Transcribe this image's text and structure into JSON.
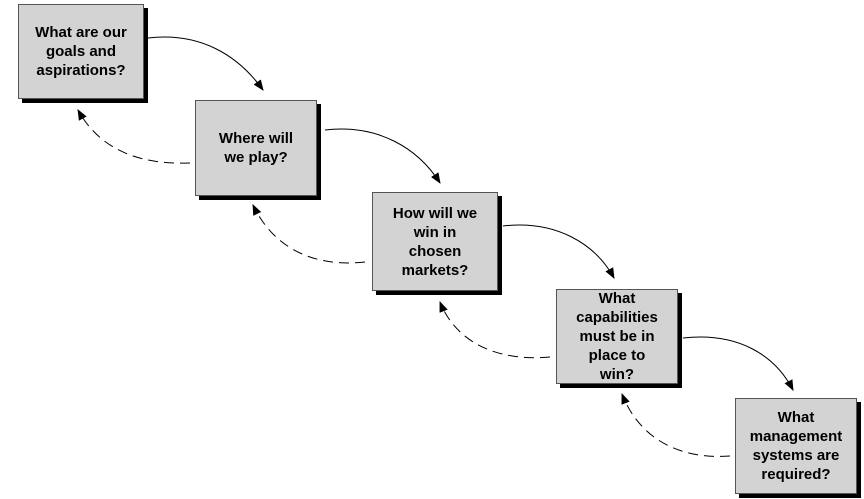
{
  "steps": [
    {
      "label": "What are our\ngoals and\naspirations?"
    },
    {
      "label": "Where will\nwe play?"
    },
    {
      "label": "How  will we\nwin in\nchosen\nmarkets?"
    },
    {
      "label": "What\ncapabilities\nmust be in\nplace to\nwin?"
    },
    {
      "label": "What\nmanagement\nsystems are\nrequired?"
    }
  ],
  "colors": {
    "box_fill": "#d3d3d3",
    "box_border": "#555555",
    "shadow": "#000000",
    "arrow": "#000000"
  }
}
